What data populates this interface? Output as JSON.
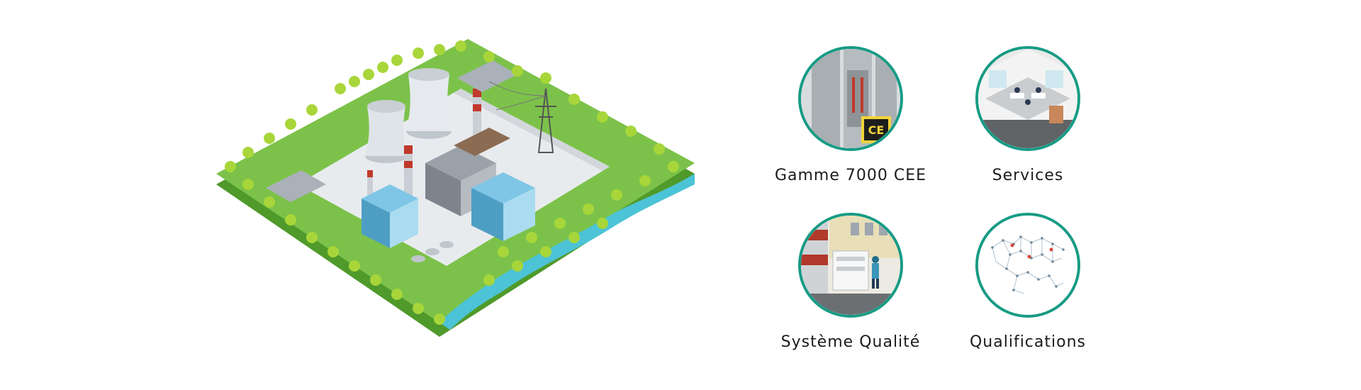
{
  "colors": {
    "accent_ring": "#179b85",
    "grass": "#7cc24a",
    "grass_dark": "#4f9a2b",
    "river": "#4cc3d6",
    "badge_yellow": "#f2d43a"
  },
  "tiles": [
    {
      "label": "Gamme 7000 CEE",
      "icon": "cabinet-icon",
      "badge": "CE"
    },
    {
      "label": "Services",
      "icon": "office-icon"
    },
    {
      "label": "Système Qualité",
      "icon": "inspection-icon"
    },
    {
      "label": "Qualifications",
      "icon": "world-map-icon"
    }
  ]
}
